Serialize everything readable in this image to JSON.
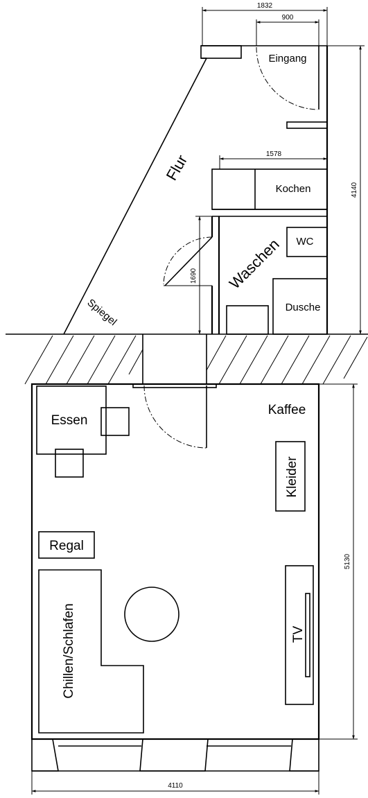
{
  "dimensions": {
    "top_width": "1832",
    "entrance_door": "900",
    "kitchen_width": "1578",
    "right_height_top": "4140",
    "bathroom_door": "1690",
    "right_height_bottom": "5130",
    "bottom_width": "4110"
  },
  "rooms": {
    "entrance": "Eingang",
    "hallway": "Flur",
    "kitchen": "Kochen",
    "washing": "Waschen",
    "toilet": "WC",
    "shower": "Dusche",
    "mirror": "Spiegel",
    "dining": "Essen",
    "coffee": "Kaffee",
    "wardrobe": "Kleider",
    "shelf": "Regal",
    "lounge": "Chillen/Schlafen",
    "tv": "TV"
  }
}
